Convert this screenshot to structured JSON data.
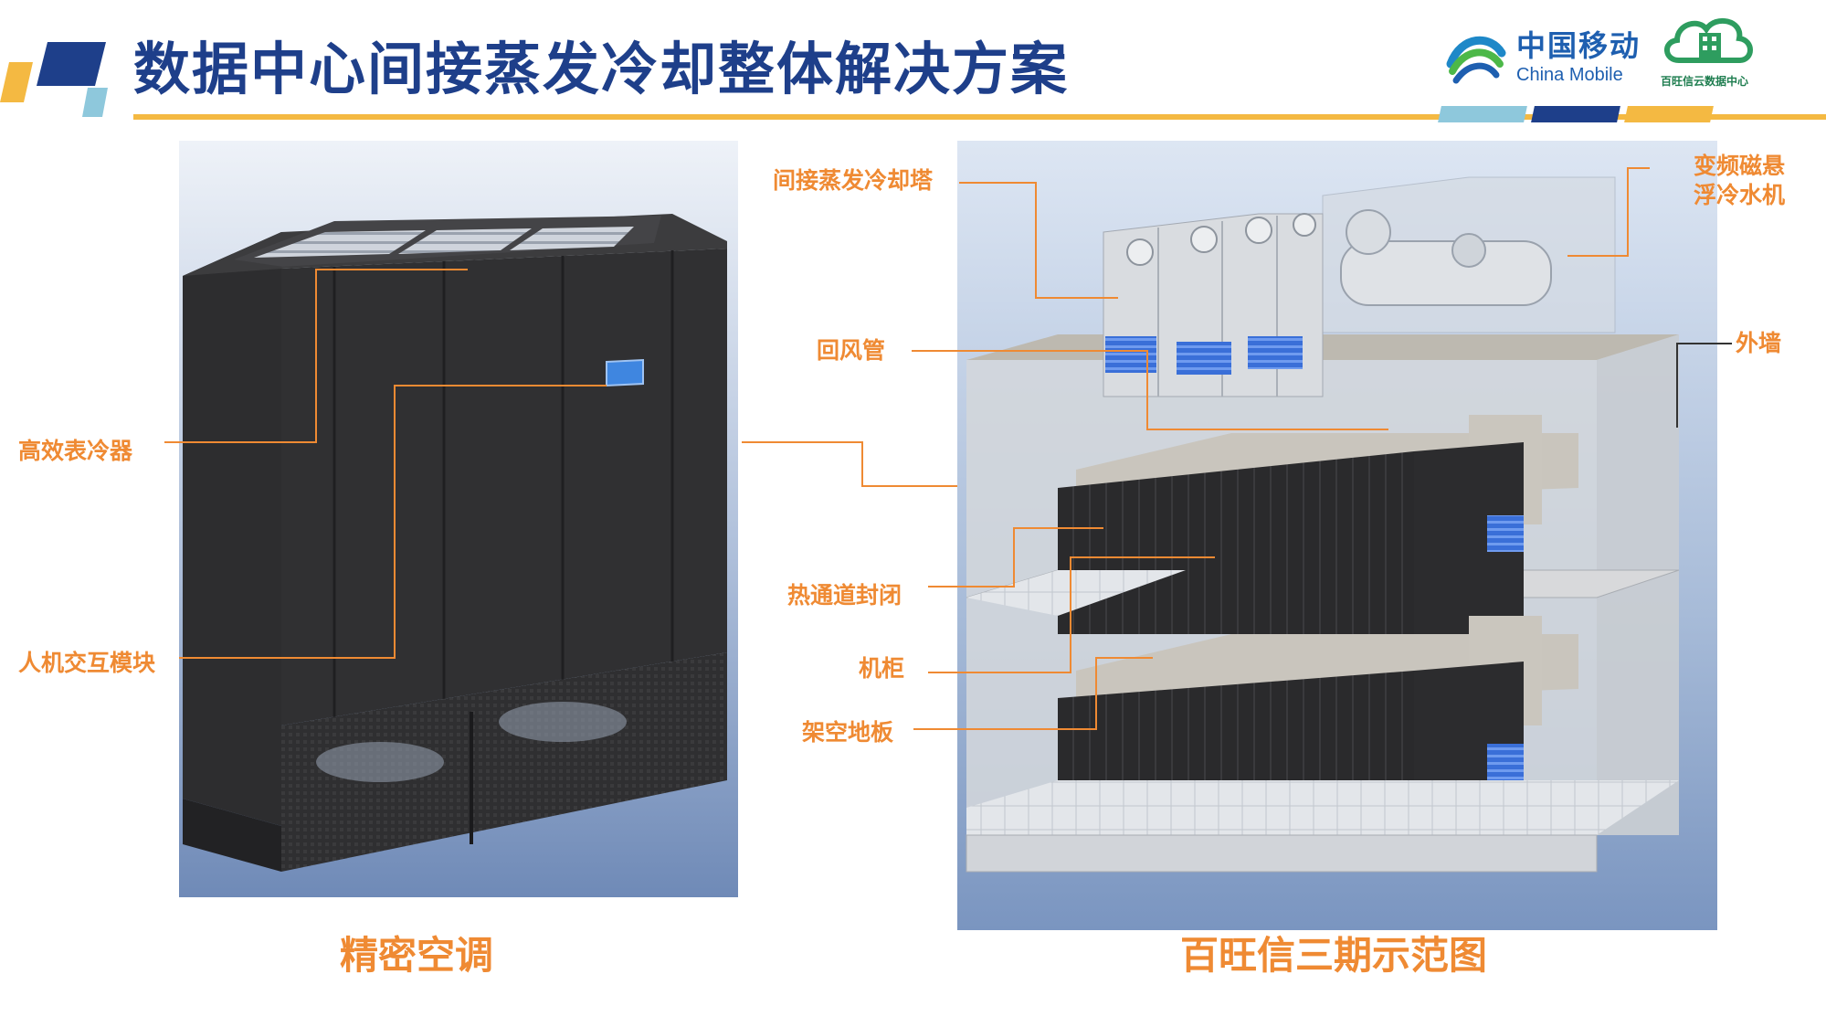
{
  "header": {
    "title": "数据中心间接蒸发冷却整体解决方案",
    "brand_cn": "中国移动",
    "brand_en": "China Mobile",
    "logo2_text": "百旺信云数据中心"
  },
  "left_panel": {
    "labels": {
      "coil": "高效表冷器",
      "hmi": "人机交互模块"
    },
    "caption": "精密空调"
  },
  "right_panel": {
    "labels": {
      "cooling_tower": "间接蒸发冷却塔",
      "chiller": "变频磁悬\n浮冷水机",
      "return_duct": "回风管",
      "outer_wall": "外墙",
      "hot_aisle": "热通道封闭",
      "cabinet": "机柜",
      "raised_floor": "架空地板"
    },
    "caption": "百旺信三期示范图"
  },
  "colors": {
    "title_blue": "#1e3f8a",
    "accent_orange": "#ef8a33",
    "header_gold": "#f4b942",
    "accent_teal": "#8ec8dc",
    "brand_blue": "#1e5fb0",
    "brand_green": "#1e7d4f"
  }
}
